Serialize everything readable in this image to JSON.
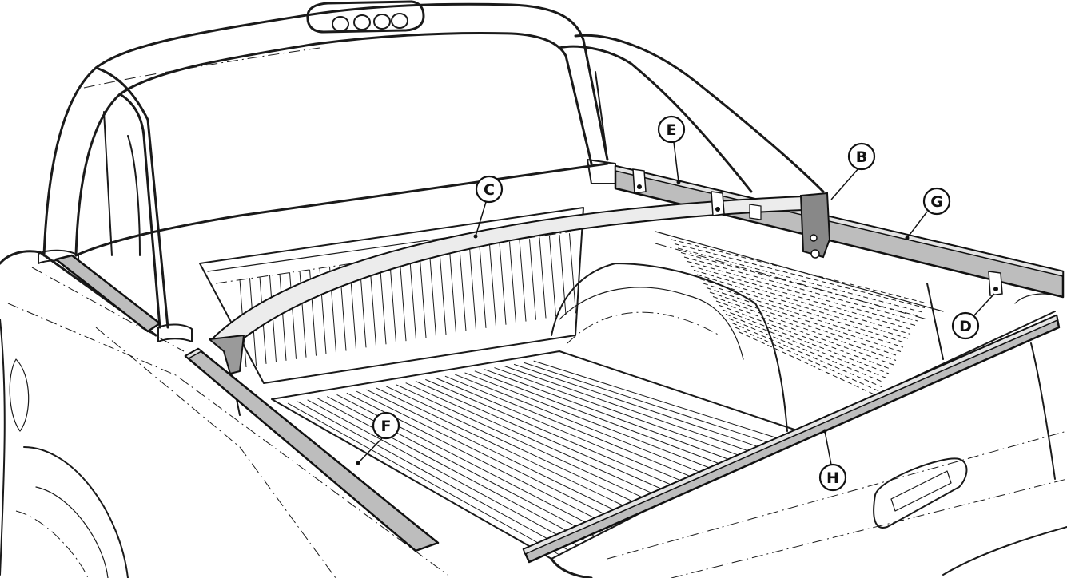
{
  "callouts": [
    {
      "id": "B",
      "label": "B"
    },
    {
      "id": "C",
      "label": "C"
    },
    {
      "id": "D",
      "label": "D"
    },
    {
      "id": "E",
      "label": "E"
    },
    {
      "id": "F",
      "label": "F"
    },
    {
      "id": "G",
      "label": "G"
    },
    {
      "id": "H",
      "label": "H"
    }
  ]
}
